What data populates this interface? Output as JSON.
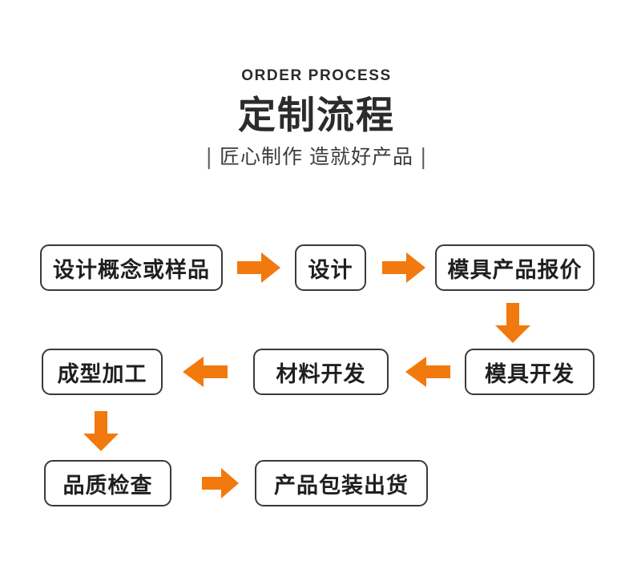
{
  "header": {
    "eyebrow": "ORDER PROCESS",
    "title": "定制流程",
    "subtitle": "匠心制作 造就好产品",
    "subtitle_bar": "|"
  },
  "colors": {
    "accent_orange": "#F2790D",
    "text_dark": "#2b2b2b",
    "node_border": "#3a3a3a",
    "background": "#ffffff"
  },
  "flow": {
    "nodes": [
      {
        "id": "concept",
        "label": "设计概念或样品",
        "row": 1,
        "order": 1
      },
      {
        "id": "design",
        "label": "设计",
        "row": 1,
        "order": 2
      },
      {
        "id": "quote",
        "label": "模具产品报价",
        "row": 1,
        "order": 3
      },
      {
        "id": "forming",
        "label": "成型加工",
        "row": 2,
        "order": 3
      },
      {
        "id": "material",
        "label": "材料开发",
        "row": 2,
        "order": 2
      },
      {
        "id": "mold",
        "label": "模具开发",
        "row": 2,
        "order": 1
      },
      {
        "id": "quality",
        "label": "品质检查",
        "row": 3,
        "order": 1
      },
      {
        "id": "packing",
        "label": "产品包装出货",
        "row": 3,
        "order": 2
      }
    ],
    "arrows": [
      {
        "id": "arrow-1",
        "direction": "right",
        "from": "concept",
        "to": "design"
      },
      {
        "id": "arrow-2",
        "direction": "right",
        "from": "design",
        "to": "quote"
      },
      {
        "id": "arrow-3",
        "direction": "down",
        "from": "quote",
        "to": "mold"
      },
      {
        "id": "arrow-4",
        "direction": "left",
        "from": "mold",
        "to": "material"
      },
      {
        "id": "arrow-5",
        "direction": "left",
        "from": "material",
        "to": "forming"
      },
      {
        "id": "arrow-6",
        "direction": "down",
        "from": "forming",
        "to": "quality"
      },
      {
        "id": "arrow-7",
        "direction": "right",
        "from": "quality",
        "to": "packing"
      }
    ]
  }
}
